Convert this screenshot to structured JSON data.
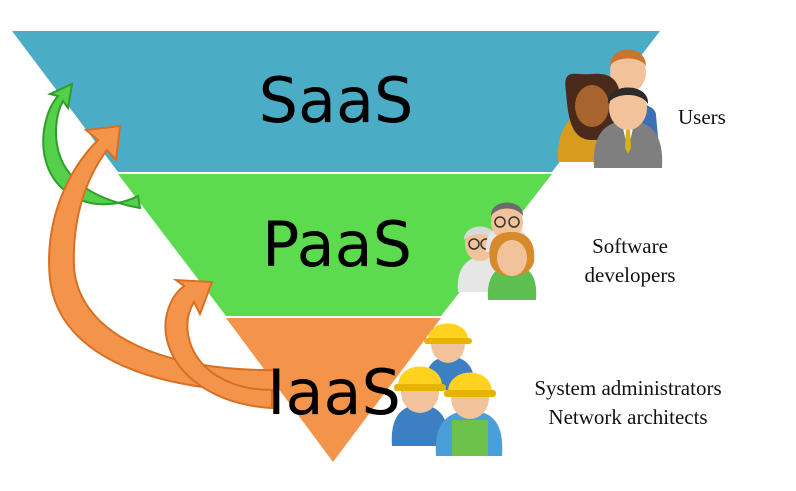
{
  "layers": [
    {
      "id": "saas",
      "label": "SaaS",
      "color": "#4bacc6"
    },
    {
      "id": "paas",
      "label": "PaaS",
      "color": "#5ddb4f"
    },
    {
      "id": "iaas",
      "label": "IaaS",
      "color": "#f4934a"
    }
  ],
  "roles": {
    "saas": {
      "lines": [
        "Users"
      ],
      "icon": "users-group-icon"
    },
    "paas": {
      "lines": [
        "Software",
        "developers"
      ],
      "icon": "developers-group-icon"
    },
    "iaas": {
      "lines": [
        "System administrators",
        "Network architects"
      ],
      "icon": "hardhat-workers-group-icon"
    }
  },
  "arrows": [
    {
      "from": "paas",
      "to": "saas",
      "color": "#3fc23a"
    },
    {
      "from": "iaas",
      "to": "saas",
      "color": "#f4934a"
    },
    {
      "from": "iaas",
      "to": "paas",
      "color": "#f4934a"
    }
  ]
}
